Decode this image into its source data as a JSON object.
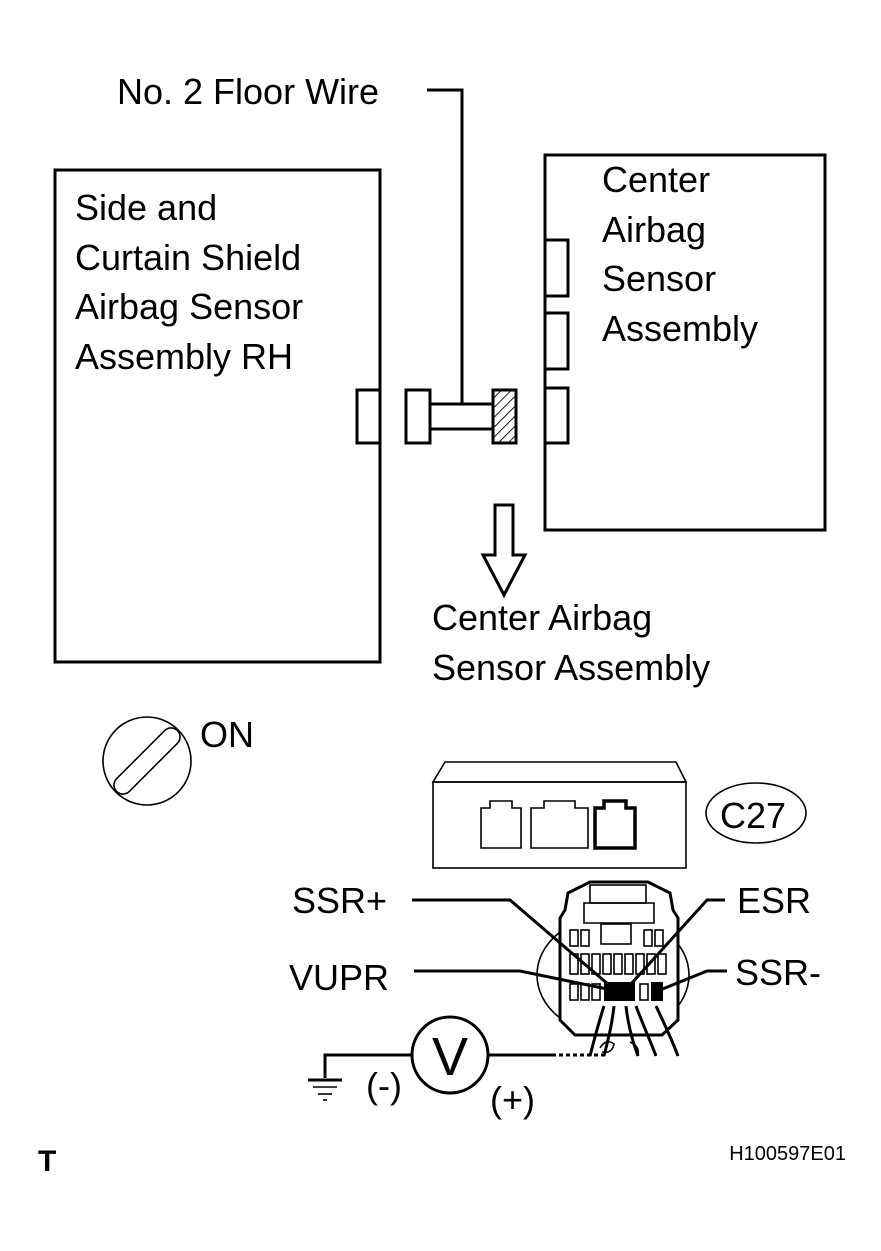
{
  "labels": {
    "floor_wire": "No. 2 Floor Wire",
    "side_sensor": [
      "Side and",
      "Curtain Shield",
      "Airbag Sensor",
      "Assembly RH"
    ],
    "center_sensor": [
      "Center",
      "Airbag",
      "Sensor",
      "Assembly"
    ],
    "center_sensor_caption": [
      "Center Airbag",
      "Sensor Assembly"
    ],
    "ignition_state": "ON",
    "connector_code": "C27",
    "terminals": {
      "ssr_plus": "SSR+",
      "esr": "ESR",
      "vupr": "VUPR",
      "ssr_minus": "SSR-"
    },
    "voltmeter": "V",
    "negative_lead": "(-)",
    "positive_lead": "(+)",
    "footer_left": "T",
    "figure_id": "H100597E01"
  }
}
